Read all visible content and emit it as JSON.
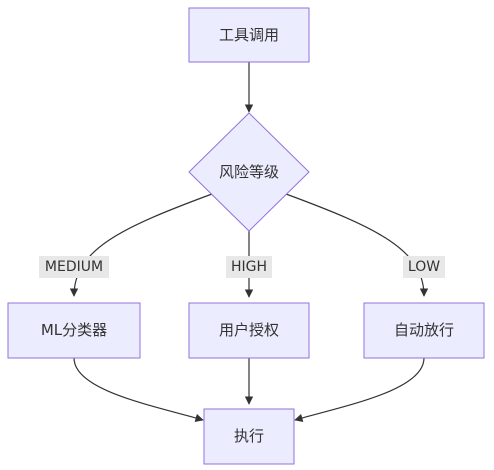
{
  "nodes": {
    "tool_call": "工具调用",
    "risk_level": "风险等级",
    "ml_classifier": "ML分类器",
    "user_auth": "用户授权",
    "auto_allow": "自动放行",
    "execute": "执行"
  },
  "edge_labels": {
    "medium": "MEDIUM",
    "high": "HIGH",
    "low": "LOW"
  },
  "colors": {
    "node_fill": "#ececff",
    "node_stroke": "#9370db",
    "edge": "#333333",
    "label_bg": "#e8e8e8"
  }
}
